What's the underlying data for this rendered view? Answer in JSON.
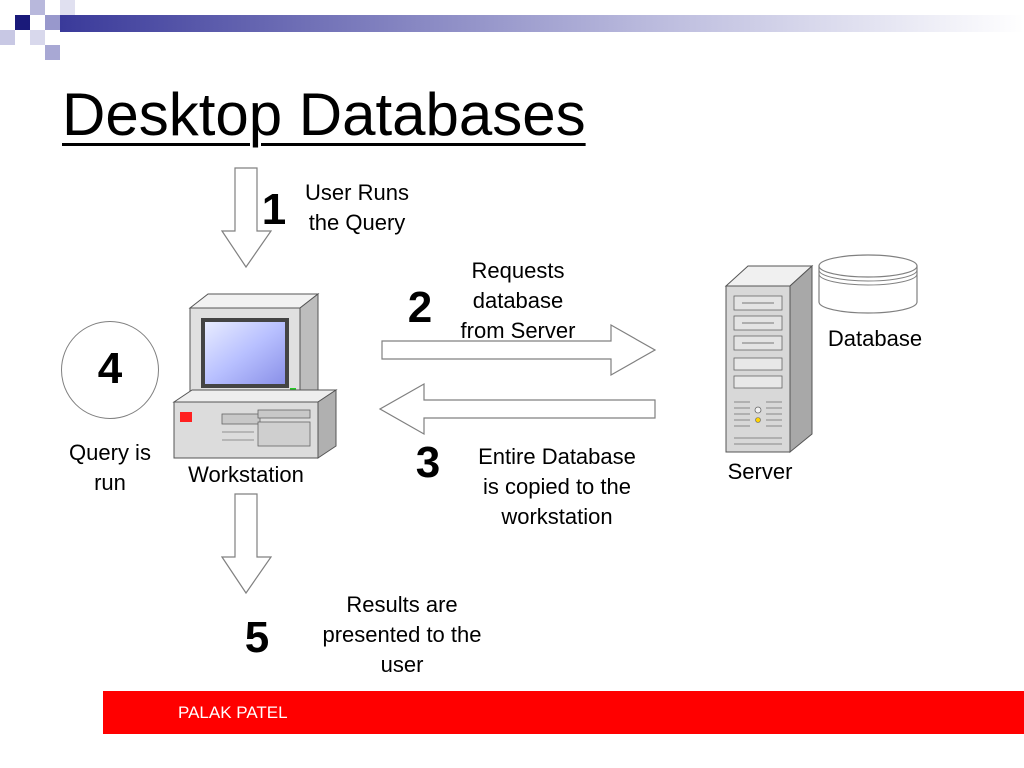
{
  "slide": {
    "title": "Desktop Databases",
    "footer_text": "PALAK PATEL",
    "colors": {
      "footer": "#ff0000",
      "accent_squares": "#2b2b8a",
      "monitor_screen": "#b8c0ff"
    }
  },
  "steps": [
    {
      "number": "1",
      "text": [
        "User Runs",
        "the Query"
      ]
    },
    {
      "number": "2",
      "text": [
        "Requests",
        "database",
        "from Server"
      ]
    },
    {
      "number": "3",
      "text": [
        "Entire Database",
        "is copied to the",
        "workstation"
      ]
    },
    {
      "number": "4",
      "text": [
        "Query is",
        "run"
      ]
    },
    {
      "number": "5",
      "text": [
        "Results are",
        "presented to the",
        "user"
      ]
    }
  ],
  "labels": {
    "workstation": "Workstation",
    "server": "Server",
    "database": "Database"
  },
  "icons": {
    "workstation": "desktop-computer-icon",
    "server": "server-tower-icon",
    "database": "database-cylinder-icon"
  }
}
